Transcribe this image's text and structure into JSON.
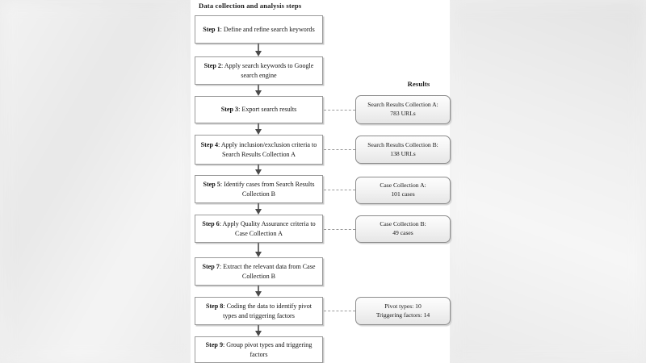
{
  "figure": {
    "flow_title": "Data collection and analysis steps",
    "results_title": "Results"
  },
  "steps": [
    {
      "label": "Step 1",
      "text": ": Define and refine search keywords"
    },
    {
      "label": "Step 2",
      "text": ": Apply search keywords to Google search engine"
    },
    {
      "label": "Step 3",
      "text": ": Export search results"
    },
    {
      "label": "Step 4",
      "text": ": Apply inclusion/exclusion criteria to Search Results Collection A"
    },
    {
      "label": "Step 5",
      "text": ": Identify cases from Search Results Collection B"
    },
    {
      "label": "Step 6",
      "text": ": Apply Quality Assurance criteria to Case Collection A"
    },
    {
      "label": "Step 7",
      "text": ": Extract the relevant data from Case Collection B"
    },
    {
      "label": "Step 8",
      "text": ": Coding the data to identify pivot types and triggering factors"
    },
    {
      "label": "Step 9",
      "text": ": Group pivot types and triggering factors"
    }
  ],
  "results": [
    {
      "line1": "Search Results Collection A:",
      "line2": "783 URLs"
    },
    {
      "line1": "Search Results Collection B:",
      "line2": "138 URLs"
    },
    {
      "line1": "Case Collection A:",
      "line2": "101 cases"
    },
    {
      "line1": "Case Collection B:",
      "line2": "49 cases"
    },
    {
      "line1": "Pivot types: 10",
      "line2": "Triggering factors: 14"
    }
  ],
  "colors": {
    "panel_background": "#ffffff",
    "page_background": "#ececec",
    "step_border": "#9a9a9a",
    "result_border": "#8c8c8c",
    "arrow": "#4a4a4a",
    "dashed_connector": "#9b9b9b",
    "text": "#141414"
  }
}
